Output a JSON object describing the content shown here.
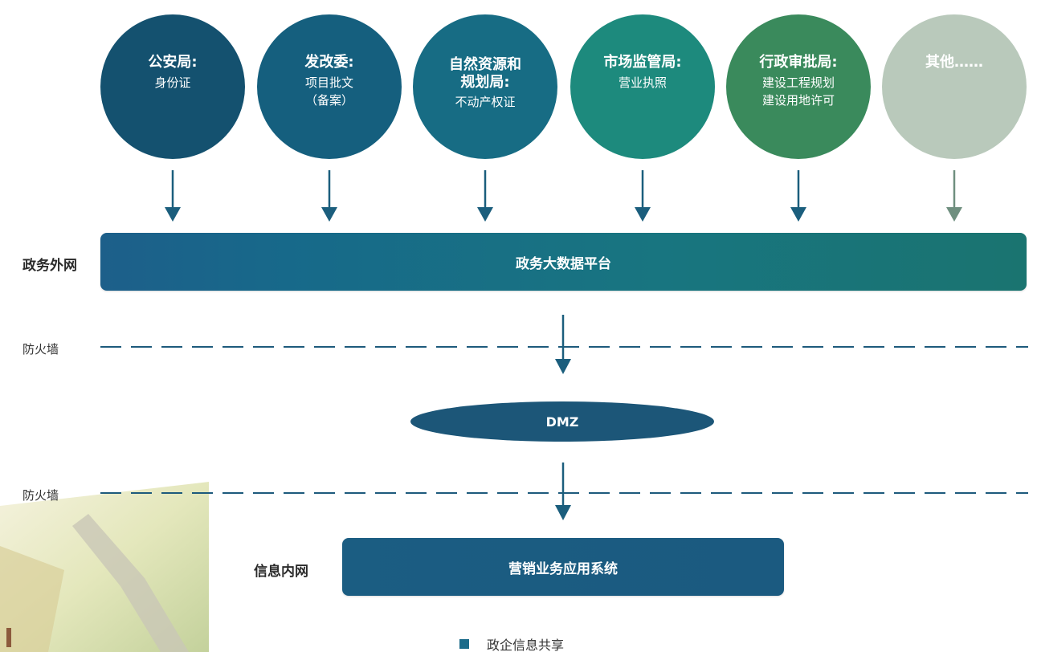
{
  "agencies": [
    {
      "name": "公安局:",
      "docs": "身份证",
      "color": "#14516f"
    },
    {
      "name": "发改委:",
      "docs": "项目批文\n（备案）",
      "color": "#155f7e"
    },
    {
      "name": "自然资源和\n规划局:",
      "docs": "不动产权证",
      "color": "#176c84"
    },
    {
      "name": "市场监管局:",
      "docs": "营业执照",
      "color": "#1d8a7d"
    },
    {
      "name": "行政审批局:",
      "docs": "建设工程规划\n建设用地许可",
      "color": "#3a8a5c"
    },
    {
      "name": "其他……",
      "docs": "",
      "color": "#b9c9bb"
    }
  ],
  "labels": {
    "external_network": "政务外网",
    "firewall_1": "防火墙",
    "firewall_2": "防火墙",
    "internal_network": "信息内网"
  },
  "platform": {
    "label": "政务大数据平台"
  },
  "dmz": {
    "label": "DMZ"
  },
  "app_system": {
    "label": "营销业务应用系统"
  },
  "caption": {
    "text": "政企信息共享"
  },
  "colors": {
    "arrow": "#1b5e7d",
    "arrow_last": "#6f8f7f",
    "dashed_line": "#1d5a7c"
  }
}
